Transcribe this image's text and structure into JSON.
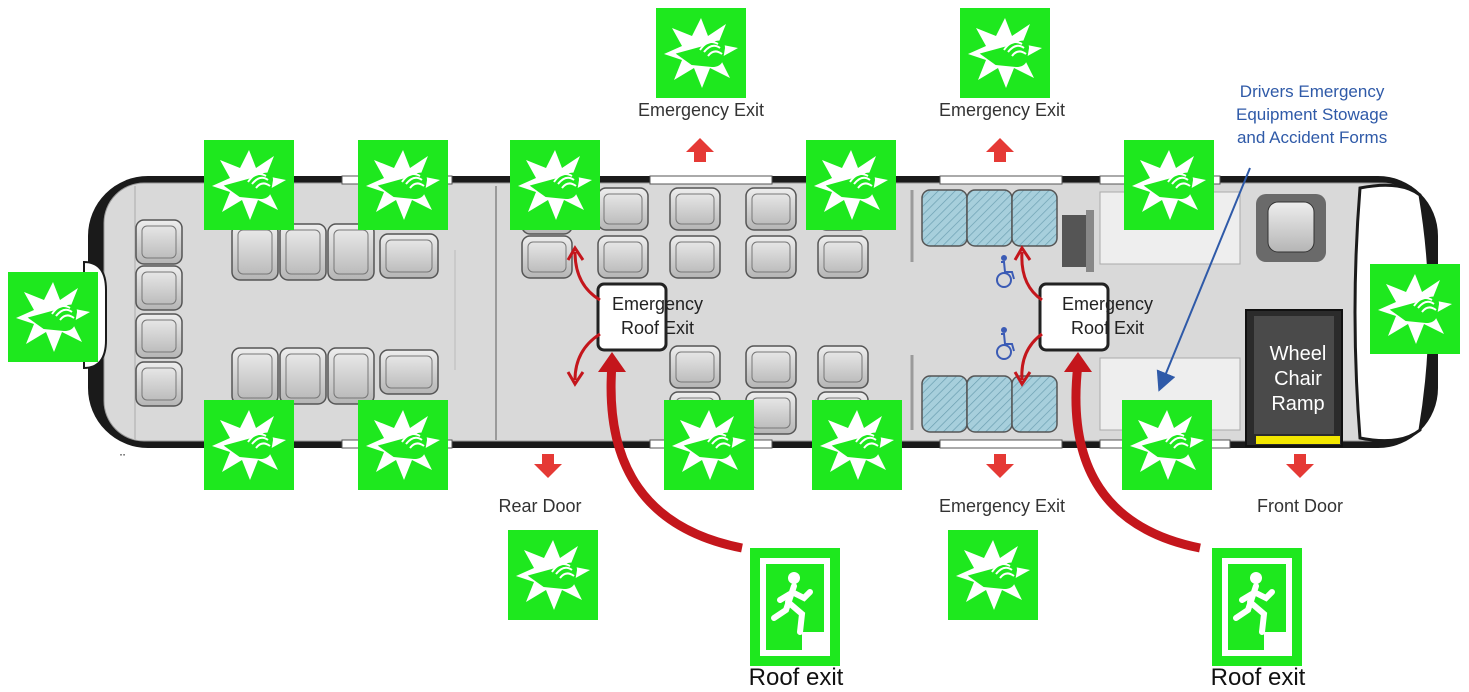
{
  "labels": {
    "emergency_exit_top_left": "Emergency Exit",
    "emergency_exit_top_right": "Emergency Exit",
    "emergency_exit_bottom": "Emergency Exit",
    "rear_door": "Rear Door",
    "front_door": "Front Door",
    "roof_exit_left": "Roof exit",
    "roof_exit_right": "Roof exit",
    "emergency_roof_exit_1_line1": "Emergency",
    "emergency_roof_exit_1_line2": "Roof Exit",
    "emergency_roof_exit_2_line1": "Emergency",
    "emergency_roof_exit_2_line2": "Roof Exit",
    "drivers_line1": "Drivers Emergency",
    "drivers_line2": "Equipment Stowage",
    "drivers_line3": "and Accident Forms",
    "ramp_line1": "Wheel",
    "ramp_line2": "Chair",
    "ramp_line3": "Ramp",
    "stray_mark": "¨"
  },
  "colors": {
    "sign_green": "#1ee81e",
    "arrow_red": "#e53935",
    "curve_red": "#c4161c",
    "bus_body": "#d9d9d9",
    "bus_outline": "#1a1a1a",
    "seat_grey": "#c9c9c9",
    "priority_seat": "#9ec6d4",
    "label_blue": "#2f5aa8",
    "ramp_yellow": "#f2e600"
  },
  "icons": {
    "glass_break": "break-glass-sign-icon",
    "exit": "running-man-exit-sign-icon",
    "wheelchair": "wheelchair-icon"
  }
}
